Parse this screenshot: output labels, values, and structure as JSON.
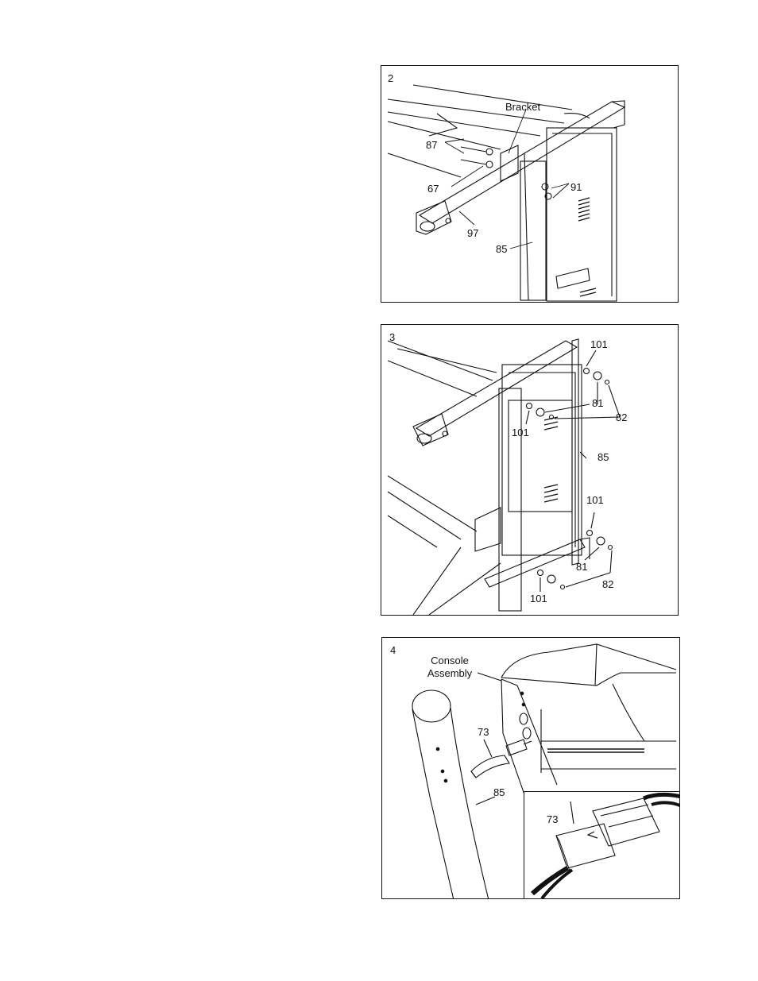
{
  "figures": [
    {
      "step": "2",
      "labels": {
        "bracket": "Bracket",
        "p87": "87",
        "p67": "67",
        "p91": "91",
        "p97": "97",
        "p85": "85"
      }
    },
    {
      "step": "3",
      "labels": {
        "p101a": "101",
        "p81a": "81",
        "p82a": "82",
        "p101b": "101",
        "p85": "85",
        "p101c": "101",
        "p81b": "81",
        "p82b": "82",
        "p101d": "101"
      }
    },
    {
      "step": "4",
      "labels": {
        "console_line1": "Console",
        "console_line2": "Assembly",
        "p73": "73",
        "p85": "85",
        "inset_73": "73"
      }
    }
  ]
}
